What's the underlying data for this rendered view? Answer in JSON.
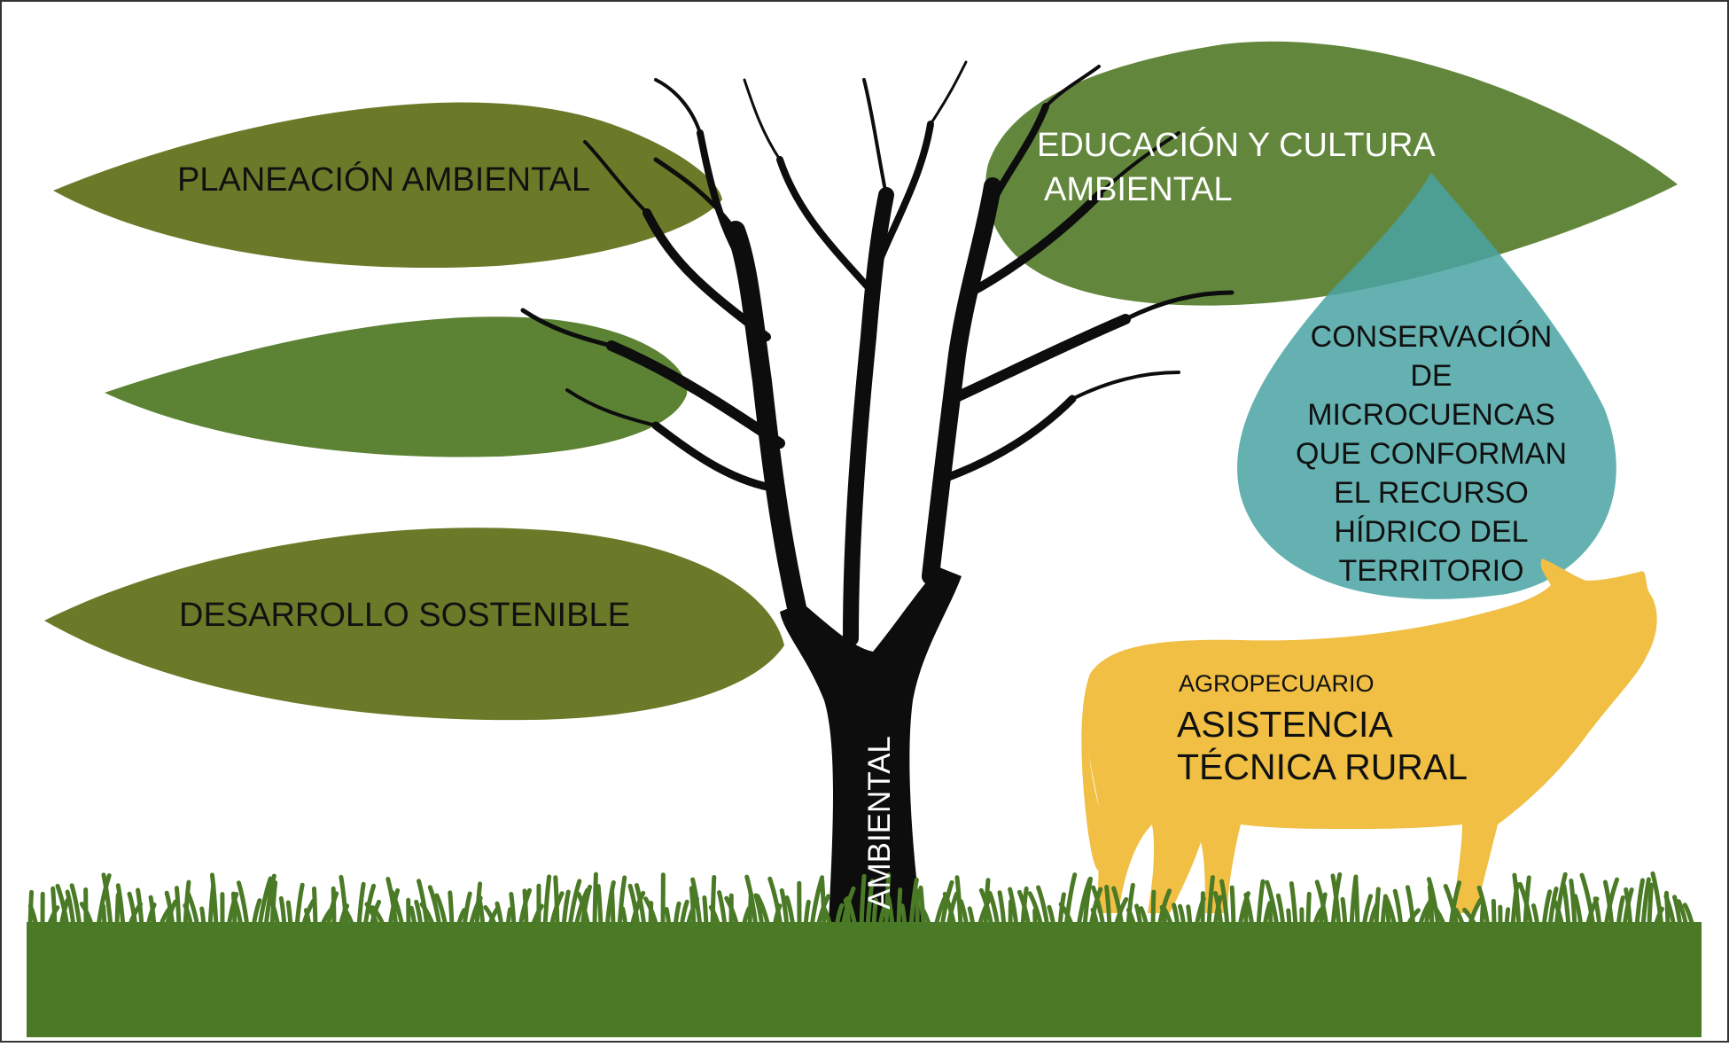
{
  "labels": {
    "planeacion": "PLANEACIÓN AMBIENTAL",
    "educacion_line1": "EDUCACIÓN Y CULTURA",
    "educacion_line2": "AMBIENTAL",
    "desarrollo": "DESARROLLO SOSTENIBLE",
    "conservacion_lines": [
      "CONSERVACIÓN",
      "DE",
      "MICROCUENCAS",
      "QUE CONFORMAN",
      "EL RECURSO",
      "HÍDRICO DEL",
      "TERRITORIO"
    ],
    "agropecuario": "AGROPECUARIO",
    "asistencia_line1": "ASISTENCIA",
    "asistencia_line2": "TÉCNICA RURAL",
    "trunk": "AMBIENTAL"
  },
  "colors": {
    "leaf_olive": "#6b7a28",
    "leaf_green": "#5c8234",
    "drop_teal": "#4aa3a3",
    "cow_yellow": "#f0bf44",
    "grass_green": "#4a7a26",
    "tree_black": "#0d0d0d"
  },
  "icons": {
    "tree": "bare-tree-icon",
    "drop": "water-drop-icon",
    "cow": "cow-icon",
    "grass": "grass-icon"
  }
}
